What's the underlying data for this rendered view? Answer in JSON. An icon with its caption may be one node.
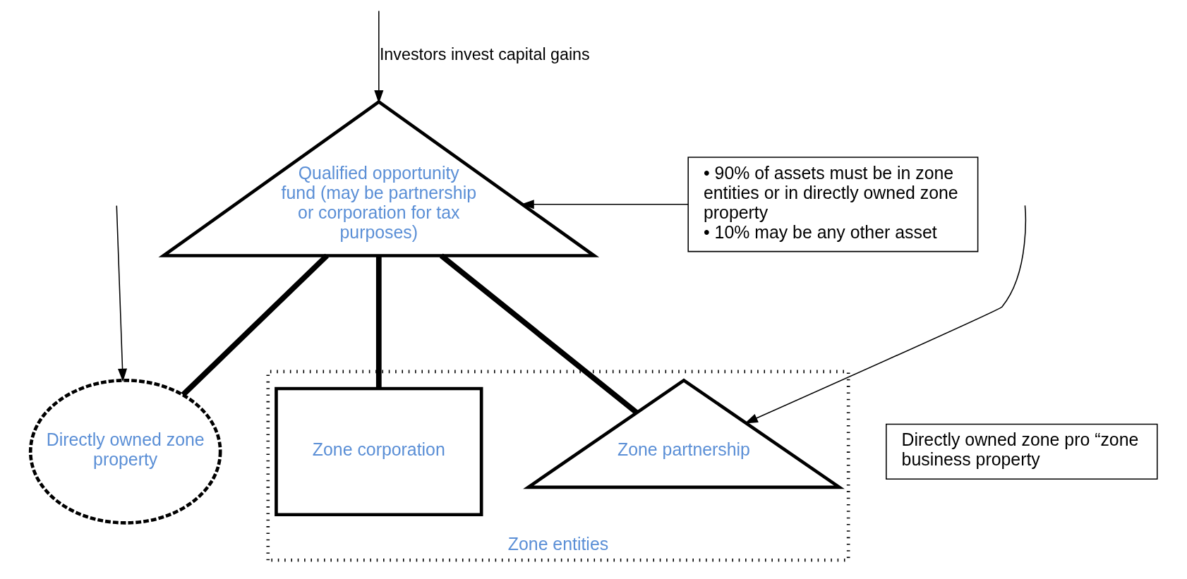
{
  "diagram": {
    "nodes": [
      {
        "text": [
          "Qualified opportunity fund (may be partnership or corporation for tax purposes)"
        ]
      },
      {
        "text": [
          "Zone entities"
        ]
      },
      {
        "text": [
          "Zone partnership"
        ],
        "in": 1
      },
      {
        "text": [
          "Zone corporation"
        ],
        "in": 1
      },
      {
        "text": [
          "Directly owned zone property"
        ]
      },
      {
        "text": [
          "• 90% of assets must be in zone entities or in directly owned zone property",
          "• 10% may be any other asset"
        ]
      },
      {
        "text": [
          "Directly owned zone pro “zone business property"
        ]
      }
    ],
    "edges": [
      {
        "from": null,
        "to": 0,
        "arrow": "to",
        "label": "Investors invest capital gains"
      },
      {
        "from": 0,
        "to": 2,
        "arrow": "none",
        "style": "thick"
      },
      {
        "from": 0,
        "to": 3,
        "arrow": "none",
        "style": "thick"
      },
      {
        "from": 0,
        "to": 4,
        "arrow": "none",
        "style": "thick"
      },
      {
        "from": 5,
        "to": 0,
        "arrow": "to"
      },
      {
        "from": null,
        "to": 4,
        "arrow": "to"
      },
      {
        "from": null,
        "to": 2,
        "arrow": "to"
      }
    ]
  }
}
